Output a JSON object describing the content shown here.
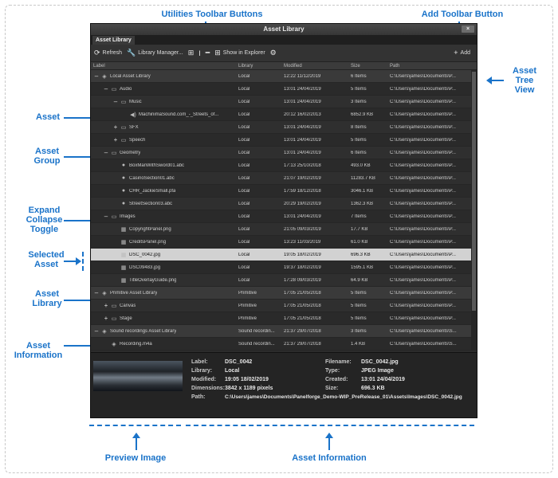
{
  "callouts": {
    "utilities_toolbar": "Utilities Toolbar Buttons",
    "add_toolbar": "Add Toolbar Button",
    "asset_tree_view": "Asset Tree View",
    "asset": "Asset",
    "asset_group": "Asset Group",
    "expand_collapse": "Expand Collapse Toggle",
    "selected_asset": "Selected Asset",
    "asset_library": "Asset Library",
    "asset_information_left": "Asset Information",
    "preview_image": "Preview Image",
    "asset_information_bottom": "Asset Information"
  },
  "window": {
    "title": "Asset Library",
    "close": "×",
    "tab": "Asset Library"
  },
  "toolbar": {
    "refresh": "Refresh",
    "library_manager": "Library Manager...",
    "show_in_explorer": "Show in Explorer",
    "add": "Add"
  },
  "columns": {
    "label": "Label",
    "library": "Library",
    "modified": "Modified",
    "size": "Size",
    "path": "Path"
  },
  "rows": [
    {
      "label": "Local Asset Library",
      "library": "Local",
      "modified": "12:22  11/12/2019",
      "size": "6 Items",
      "path": "C:\\Users\\james\\Documents\\P..."
    },
    {
      "label": "Audio",
      "library": "Local",
      "modified": "13:01  24/04/2019",
      "size": "5 Items",
      "path": "C:\\Users\\james\\Documents\\P..."
    },
    {
      "label": "Music",
      "library": "Local",
      "modified": "13:01  24/04/2019",
      "size": "3 Items",
      "path": "C:\\Users\\james\\Documents\\P..."
    },
    {
      "label": "MachinimaSound.com_-_Streets_of...",
      "library": "Local",
      "modified": "20:12  16/02/2013",
      "size": "6852.9 KB",
      "path": "C:\\Users\\james\\Documents\\P..."
    },
    {
      "label": "SFX",
      "library": "Local",
      "modified": "13:01  24/04/2019",
      "size": "8 Items",
      "path": "C:\\Users\\james\\Documents\\P..."
    },
    {
      "label": "Speech",
      "library": "Local",
      "modified": "13:01  24/04/2019",
      "size": "5 Items",
      "path": "C:\\Users\\james\\Documents\\P..."
    },
    {
      "label": "Geometry",
      "library": "Local",
      "modified": "13:01  24/04/2019",
      "size": "6 Items",
      "path": "C:\\Users\\james\\Documents\\P..."
    },
    {
      "label": "BoxManWithSword01.abc",
      "library": "Local",
      "modified": "17:13  25/10/2018",
      "size": "493.0 KB",
      "path": "C:\\Users\\james\\Documents\\P..."
    },
    {
      "label": "CasinoSection01.abc",
      "library": "Local",
      "modified": "21:07  19/02/2019",
      "size": "11283.7 KB",
      "path": "C:\\Users\\james\\Documents\\P..."
    },
    {
      "label": "CHR_JackieSmall.pfa",
      "library": "Local",
      "modified": "17:59  18/12/2018",
      "size": "3046.1 KB",
      "path": "C:\\Users\\james\\Documents\\P..."
    },
    {
      "label": "StreetSection03.abc",
      "library": "Local",
      "modified": "20:29  19/02/2019",
      "size": "1362.3 KB",
      "path": "C:\\Users\\james\\Documents\\P..."
    },
    {
      "label": "Images",
      "library": "Local",
      "modified": "13:01  24/04/2019",
      "size": "7 Items",
      "path": "C:\\Users\\james\\Documents\\P..."
    },
    {
      "label": "CopyrightPanel.png",
      "library": "Local",
      "modified": "21:05  09/03/2019",
      "size": "17.7 KB",
      "path": "C:\\Users\\james\\Documents\\P..."
    },
    {
      "label": "CreditsPanel.png",
      "library": "Local",
      "modified": "13:23  11/03/2019",
      "size": "61.0 KB",
      "path": "C:\\Users\\james\\Documents\\P..."
    },
    {
      "label": "DSC_0042.jpg",
      "library": "Local",
      "modified": "19:05  18/02/2019",
      "size": "696.3 KB",
      "path": "C:\\Users\\james\\Documents\\P..."
    },
    {
      "label": "DSC09483.jpg",
      "library": "Local",
      "modified": "19:37  18/02/2019",
      "size": "1595.1 KB",
      "path": "C:\\Users\\james\\Documents\\P..."
    },
    {
      "label": "TitleOverlayGuide.png",
      "library": "Local",
      "modified": "17:28  09/03/2019",
      "size": "64.9 KB",
      "path": "C:\\Users\\james\\Documents\\P..."
    },
    {
      "label": "Primitive Asset Library",
      "library": "Primitive",
      "modified": "17:05  21/05/2018",
      "size": "5 Items",
      "path": "C:\\Users\\james\\Documents\\P..."
    },
    {
      "label": "Canvas",
      "library": "Primitive",
      "modified": "17:05  21/05/2018",
      "size": "5 Items",
      "path": "C:\\Users\\james\\Documents\\P..."
    },
    {
      "label": "Stage",
      "library": "Primitive",
      "modified": "17:05  21/05/2018",
      "size": "5 Items",
      "path": "C:\\Users\\james\\Documents\\P..."
    },
    {
      "label": "Sound recordings Asset Library",
      "library": "Sound recordin...",
      "modified": "21:37  29/07/2018",
      "size": "3 Items",
      "path": "C:\\Users\\james\\Documents\\S..."
    },
    {
      "label": "Recording.m4a",
      "library": "Sound recordin...",
      "modified": "21:37  29/07/2018",
      "size": "1.4 KB",
      "path": "C:\\Users\\james\\Documents\\S..."
    }
  ],
  "info": {
    "label_k": "Label:",
    "label_v": "DSC_0042",
    "library_k": "Library:",
    "library_v": "Local",
    "modified_k": "Modified:",
    "modified_v": "19:05  18/02/2019",
    "dimensions_k": "Dimensions:",
    "dimensions_v": "3842 x 1189 pixels",
    "path_k": "Path:",
    "path_v": "C:\\Users\\james\\Documents\\Panelforge_Demo-WIP_PreRelease_01\\Assets\\Images\\DSC_0042.jpg",
    "filename_k": "Filename:",
    "filename_v": "DSC_0042.jpg",
    "type_k": "Type:",
    "type_v": "JPEG Image",
    "created_k": "Created:",
    "created_v": "13:01  24/04/2019",
    "size_k": "Size:",
    "size_v": "696.3 KB"
  }
}
